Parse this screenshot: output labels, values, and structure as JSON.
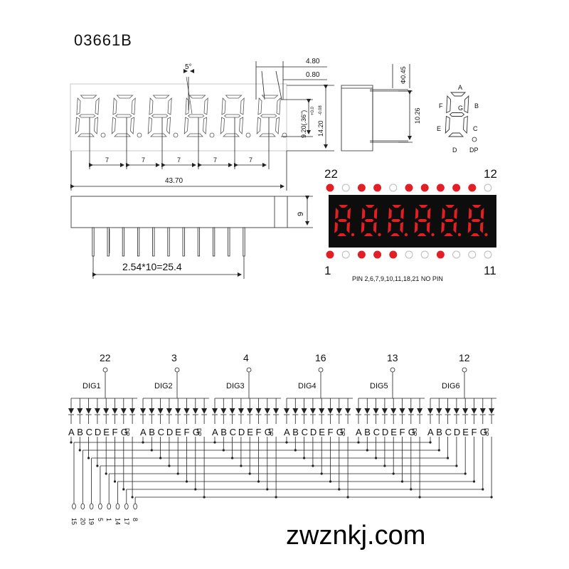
{
  "part_number": "03661B",
  "watermark": "zwznkj.com",
  "dimensions": {
    "angle": "5°",
    "d_480": "4.80",
    "d_080": "0.80",
    "digit_h": "9.20(.36\")",
    "tol_plus": "+0.0",
    "tol_minus": "-0.08",
    "body_h": "14.20",
    "pitch": "7",
    "width": "43.70",
    "pin_dia": "Φ0.45",
    "pin_len": "10.26",
    "depth": "9",
    "pin_pitch": "2.54*10=25.4"
  },
  "segment_labels": [
    "A",
    "B",
    "C",
    "D",
    "E",
    "F",
    "G",
    "DP"
  ],
  "pinout": {
    "top_left": "22",
    "top_right": "12",
    "bottom_left": "1",
    "bottom_right": "11",
    "note": "PIN 2,6,7,9,10,11,18,21 NO PIN",
    "top_used": [
      true,
      false,
      true,
      true,
      false,
      true,
      true,
      true,
      true,
      true,
      false
    ],
    "bottom_used": [
      true,
      false,
      true,
      true,
      true,
      false,
      false,
      true,
      false,
      false,
      false
    ]
  },
  "schematic": {
    "digits": [
      {
        "name": "DIG1",
        "pin": "22"
      },
      {
        "name": "DIG2",
        "pin": "3"
      },
      {
        "name": "DIG3",
        "pin": "4"
      },
      {
        "name": "DIG4",
        "pin": "16"
      },
      {
        "name": "DIG5",
        "pin": "13"
      },
      {
        "name": "DIG6",
        "pin": "12"
      }
    ],
    "segment_pins": [
      "15",
      "20",
      "19",
      "5",
      "1",
      "14",
      "17",
      "8"
    ]
  },
  "colors": {
    "led_red": "#e31e24",
    "display_bg": "#0d0d0d",
    "line": "#222222"
  }
}
